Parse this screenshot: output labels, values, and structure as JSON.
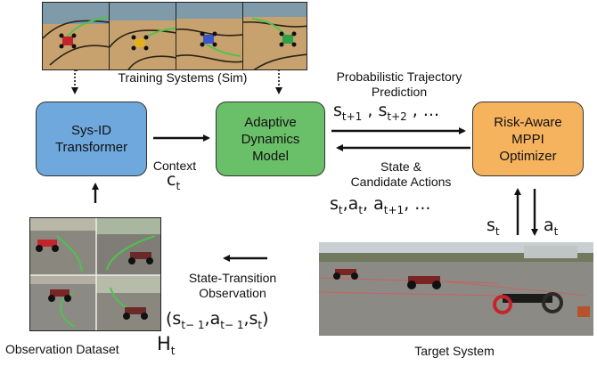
{
  "training": {
    "caption": "Training Systems (Sim)"
  },
  "sysid": {
    "line1": "Sys-ID",
    "line2": "Transformer",
    "color": "#6fa8dc"
  },
  "dynamics": {
    "line1": "Adaptive",
    "line2": "Dynamics",
    "line3": "Model",
    "color": "#6abf69"
  },
  "mppi": {
    "line1": "Risk-Aware",
    "line2": "MPPI",
    "line3": "Optimizer",
    "color": "#f6b35e"
  },
  "prediction": {
    "line1": "Probabilistic Trajectory",
    "line2": "Prediction",
    "math": {
      "s1": "s",
      "s1sub": "t+1",
      "sep": " ,",
      "s2": "s",
      "s2sub": "t+2",
      "tail": " , ..."
    }
  },
  "state": {
    "line1": "State &",
    "line2": "Candidate Actions",
    "math": {
      "s": "s",
      "ssub": "t",
      "a1": "a",
      "a1sub": "t",
      "a2": "a",
      "a2sub": "t+1",
      "comma": ",",
      "tail": ", ..."
    }
  },
  "context": {
    "label": "Context",
    "var": "c",
    "sub": "t"
  },
  "feedback": {
    "state": "s",
    "state_sub": "t",
    "action": "a",
    "action_sub": "t"
  },
  "transition": {
    "line1": "State-Transition",
    "line2": "Observation",
    "math": {
      "open": "(",
      "s1": "s",
      "s1sub": "t− 1",
      "a": "a",
      "asub": "t− 1",
      "s2": "s",
      "s2sub": "t",
      "close": ")",
      "comma": ","
    }
  },
  "dataset": {
    "label": "Observation Dataset",
    "var": "H",
    "sub": "t"
  },
  "target": {
    "label": "Target System"
  },
  "colors": {
    "sand": "#c8a26e",
    "sky": "#7f9aa8",
    "gravel": "#8c8a84",
    "car_red": "#c4242b"
  }
}
